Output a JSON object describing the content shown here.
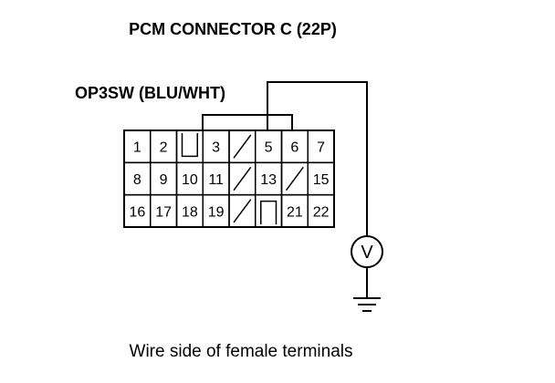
{
  "diagram": {
    "title": "PCM CONNECTOR C (22P)",
    "wire_label": "OP3SW (BLU/WHT)",
    "caption": "Wire side of female terminals",
    "meter_symbol": "V",
    "icons": [
      "voltmeter-icon",
      "ground-icon"
    ],
    "connector": {
      "rows": [
        [
          {
            "pin": "1"
          },
          {
            "pin": "2"
          },
          {
            "pin": "",
            "type": "key"
          },
          {
            "pin": "3"
          },
          {
            "pin": "",
            "type": "diag"
          },
          {
            "pin": "5"
          },
          {
            "pin": "6"
          },
          {
            "pin": "7"
          }
        ],
        [
          {
            "pin": "8"
          },
          {
            "pin": "9"
          },
          {
            "pin": "10"
          },
          {
            "pin": "11"
          },
          {
            "pin": "",
            "type": "diag"
          },
          {
            "pin": "13"
          },
          {
            "pin": "",
            "type": "diag"
          },
          {
            "pin": "15"
          }
        ],
        [
          {
            "pin": "16"
          },
          {
            "pin": "17"
          },
          {
            "pin": "18"
          },
          {
            "pin": "19"
          },
          {
            "pin": "",
            "type": "diag"
          },
          {
            "pin": "",
            "type": "key"
          },
          {
            "pin": "21"
          },
          {
            "pin": "22"
          }
        ]
      ],
      "probed_pin": "5"
    }
  }
}
